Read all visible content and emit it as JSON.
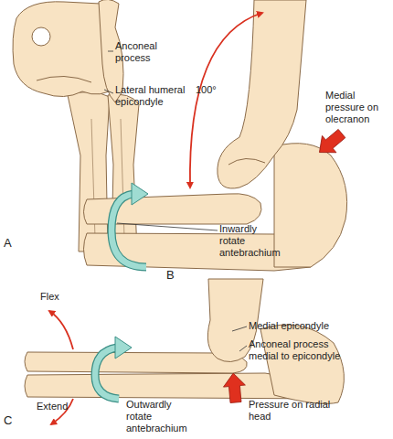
{
  "diagram": {
    "labels": [
      "Anconeal process",
      "Lateral humeral epicondyle",
      "A",
      "100°",
      "Medial pressure on olecranon",
      "Inwardly rotate antebrachium",
      "B",
      "Flex",
      "Medial epicondyle",
      "Anconeal process medial to epicondyle",
      "Extend",
      "C",
      "Outwardly rotate antebrachium",
      "Pressure on radial head"
    ]
  }
}
